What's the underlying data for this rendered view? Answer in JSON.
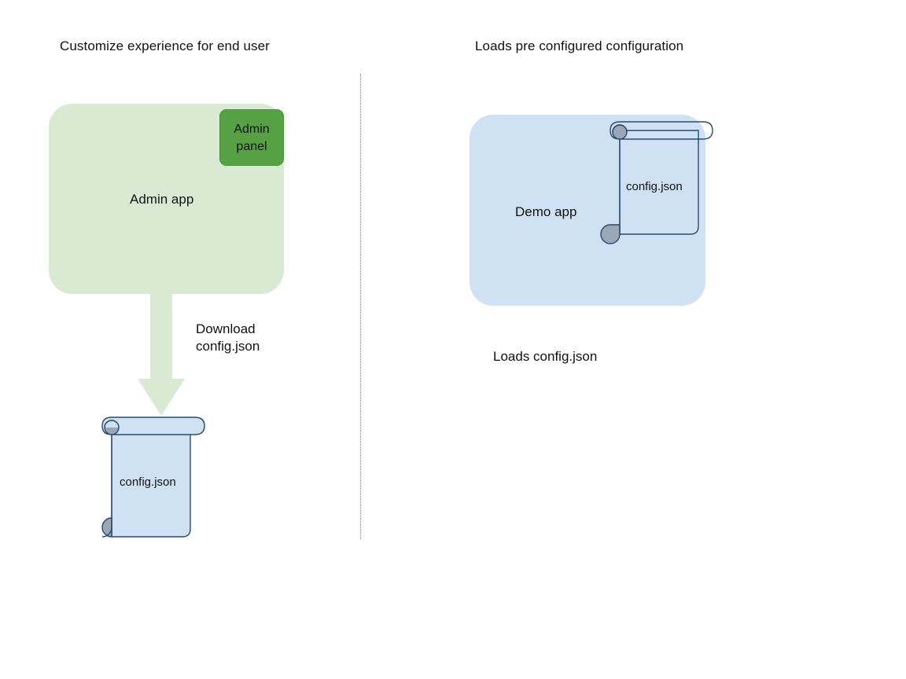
{
  "diagram": {
    "background_color": "#ffffff",
    "columns": [
      {
        "heading": "Customize experience for end user",
        "app": {
          "label": "Admin app",
          "fill_color": "#d9ead3",
          "chip": {
            "label": "Admin\npanel",
            "fill_color": "#57a145"
          }
        },
        "arrow": {
          "label": "Download\nconfig.json",
          "fill_color": "#d9ead3",
          "direction": "down"
        },
        "document": {
          "label": "config.json",
          "fill_color": "#cfe2f3",
          "stroke_color": "#2b4a6f",
          "roll_color": "#9aa7b5"
        }
      },
      {
        "heading": "Loads pre configured configuration",
        "app": {
          "label": "Demo app",
          "fill_color": "#cfe2f3"
        },
        "document": {
          "label": "config.json",
          "fill_color": "transparent",
          "stroke_color": "#2b4a6f",
          "roll_color": "#9aa7b5"
        },
        "caption": "Loads config.json"
      }
    ],
    "divider": {
      "style": "dotted",
      "color": "#8a8a8a"
    }
  }
}
